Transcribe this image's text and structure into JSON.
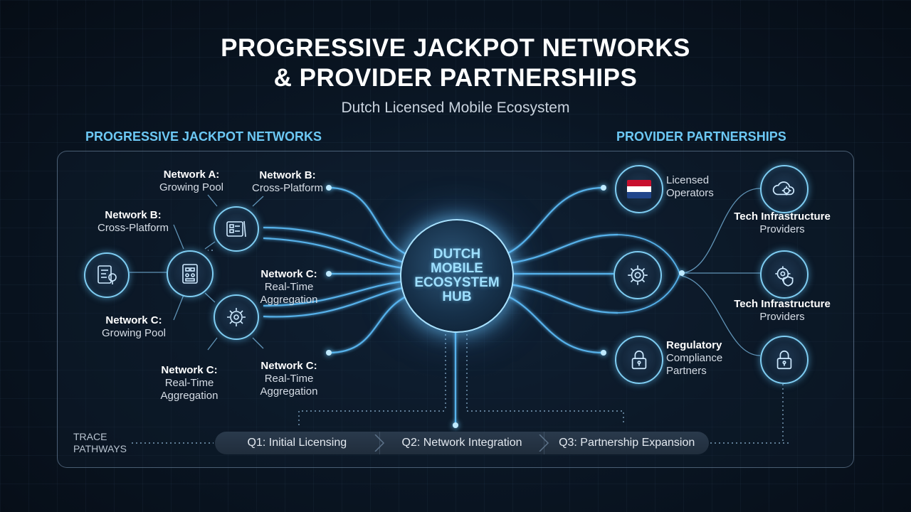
{
  "title_line1": "PROGRESSIVE JACKPOT NETWORKS",
  "title_line2": "& PROVIDER PARTNERSHIPS",
  "subtitle": "Dutch Licensed Mobile Ecosystem",
  "left_section_title": "PROGRESSIVE JACKPOT NETWORKS",
  "right_section_title": "PROVIDER PARTNERSHIPS",
  "hub_label": "DUTCH MOBILE\nECOSYSTEM\nHUB",
  "network_labels": {
    "a_growing": {
      "name": "Network A:",
      "desc": "Growing Pool"
    },
    "b_cross_top": {
      "name": "Network B:",
      "desc": "Cross-Platform"
    },
    "b_cross_left": {
      "name": "Network B:",
      "desc": "Cross-Platform"
    },
    "c_realtime_mid": {
      "name": "Network C:",
      "desc": "Real-Time\nAggregation"
    },
    "c_growing": {
      "name": "Network C:",
      "desc": "Growing Pool"
    },
    "c_realtime_bottom_left": {
      "name": "Network C:",
      "desc": "Real-Time\nAggregation"
    },
    "c_realtime_bottom_right": {
      "name": "Network C:",
      "desc": "Real-Time\nAggregation"
    }
  },
  "provider_labels": {
    "licensed": {
      "line1": "Licensed",
      "line2": "Operators"
    },
    "tech1": {
      "line1": "Tech Infrastructure",
      "line2": "Providers"
    },
    "tech2": {
      "line1": "Tech Infrastructure",
      "line2": "Providers"
    },
    "regulatory": {
      "line1": "Regulatory",
      "line2": "Compliance",
      "line3": "Partners"
    }
  },
  "trace_label": "TRACE\nPATHWAYS",
  "timeline": [
    {
      "label": "Q1: Initial Licensing"
    },
    {
      "label": "Q2: Network Integration"
    },
    {
      "label": "Q3: Partnership Expansion"
    }
  ],
  "icons": {
    "network_left": "document-chart-icon",
    "network_mid": "flow-board-icon",
    "network_top": "dashboard-icon",
    "network_gear": "gear-icon",
    "licensed": "netherlands-flag-icon",
    "gear_right": "gear-icon",
    "regulatory": "lock-icon",
    "tech_cloud": "cloud-gear-icon",
    "tech_shield": "shield-gear-icon",
    "lock_right": "lock-icon"
  },
  "colors": {
    "accent": "#6cc8f4",
    "wire": "#5ec2ff",
    "flag_red": "#c8102e",
    "flag_white": "#ffffff",
    "flag_blue": "#21468b"
  }
}
